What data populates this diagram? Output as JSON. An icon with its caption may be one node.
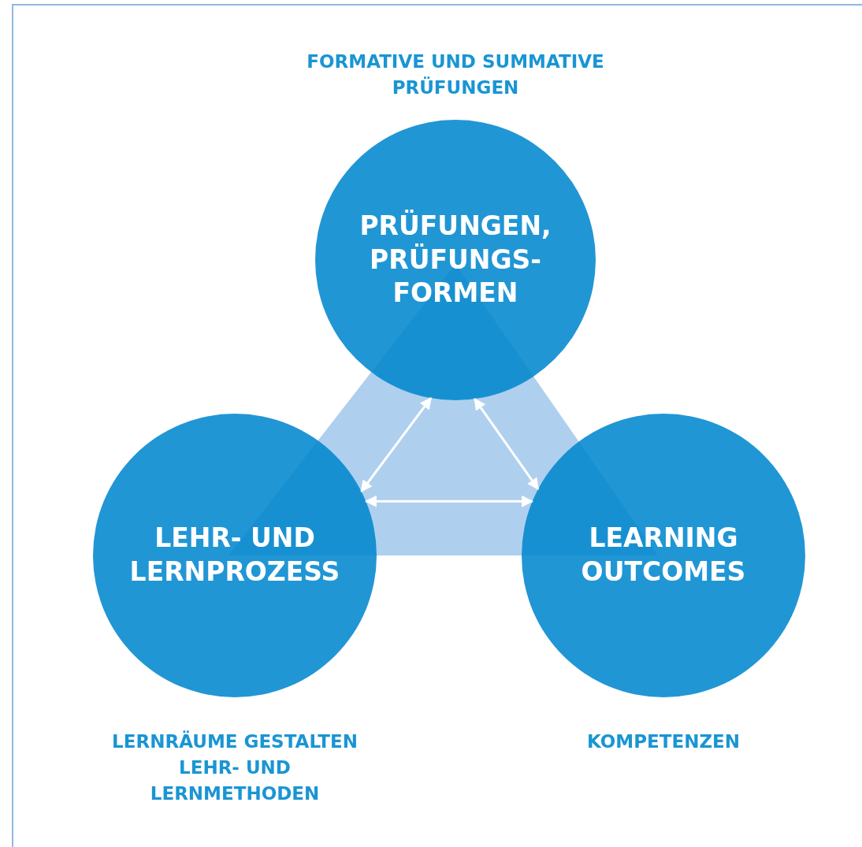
{
  "diagram": {
    "nodes": [
      {
        "text": [
          "PRÜFUNGEN, PRÜFUNGS-FORMEN"
        ],
        "beside": [
          "FORMATIVE UND SUMMATIVE PRÜFUNGEN"
        ]
      },
      {
        "text": [
          "LEHR- UND LERNPROZESS"
        ],
        "beside": [
          "LERNRÄUME GESTALTEN",
          "LEHR- UND LERNMETHODEN"
        ]
      },
      {
        "text": [
          "LEARNING OUTCOMES"
        ],
        "beside": [
          "KOMPETENZEN"
        ]
      }
    ],
    "edges": [
      {
        "from": 0,
        "to": 1,
        "arrow": "both"
      },
      {
        "from": 0,
        "to": 2,
        "arrow": "both"
      },
      {
        "from": 1,
        "to": 2,
        "arrow": "both"
      }
    ]
  }
}
